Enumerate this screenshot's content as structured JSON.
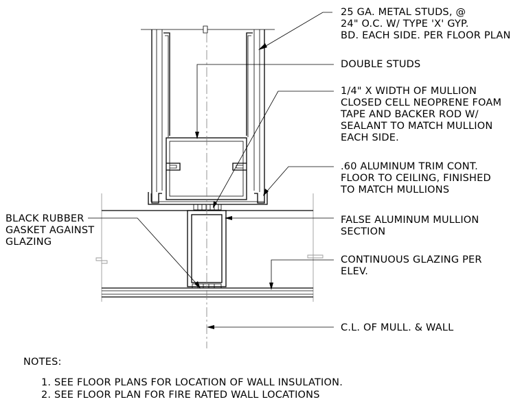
{
  "callouts": {
    "metal_studs": [
      "25 GA. METAL STUDS, @",
      "24\" O.C. W/ TYPE 'X' GYP.",
      "BD. EACH SIDE. PER FLOOR PLAN"
    ],
    "double_studs": [
      "DOUBLE STUDS"
    ],
    "foam_tape": [
      "1/4\" X WIDTH OF MULLION",
      "CLOSED CELL NEOPRENE FOAM",
      "TAPE AND BACKER ROD W/",
      "SEALANT TO MATCH MULLION",
      "EACH SIDE."
    ],
    "aluminum_trim": [
      ".60 ALUMINUM TRIM CONT.",
      "FLOOR TO CEILING, FINISHED",
      "TO MATCH MULLIONS"
    ],
    "false_mullion": [
      "FALSE ALUMINUM MULLION",
      "SECTION"
    ],
    "glazing": [
      "CONTINUOUS GLAZING PER",
      "ELEV."
    ],
    "centerline": [
      "C.L. OF MULL. & WALL"
    ],
    "rubber_gasket": [
      "BLACK RUBBER",
      "GASKET AGAINST",
      "GLAZING"
    ]
  },
  "notes": {
    "heading": "NOTES:",
    "items": [
      "1. SEE FLOOR PLANS FOR LOCATION OF WALL INSULATION.",
      "2. SEE FLOOR PLAN FOR FIRE RATED WALL LOCATIONS"
    ]
  }
}
